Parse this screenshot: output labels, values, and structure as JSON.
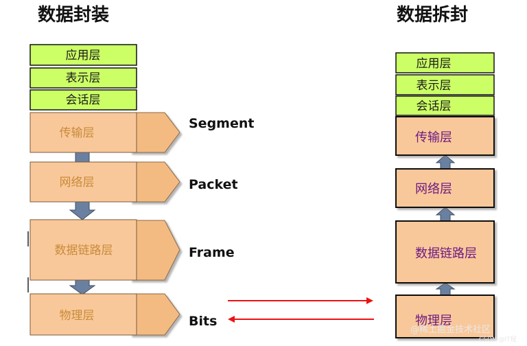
{
  "left": {
    "title": "数据封装",
    "green_layers": [
      "应用层",
      "表示层",
      "会话层"
    ],
    "tan_layers": [
      "传输层",
      "网络层",
      "数据链路层",
      "物理层"
    ],
    "pdu_labels": [
      "Segment",
      "Packet",
      "Frame",
      "Bits"
    ]
  },
  "right": {
    "title": "数据拆封",
    "green_layers": [
      "应用层",
      "表示层",
      "会话层"
    ],
    "tan_layers": [
      "传输层",
      "网络层",
      "数据链路层",
      "物理层"
    ]
  },
  "watermark": {
    "main": "@稀土掘金技术社区",
    "small": "CSDN @IT程"
  },
  "colors": {
    "green": "#ccff66",
    "tan": "#f9c89a",
    "arrow_fill": "#6a80a0",
    "transfer_arrow": "#ee1111",
    "tab_fill": "#f3bb82"
  }
}
